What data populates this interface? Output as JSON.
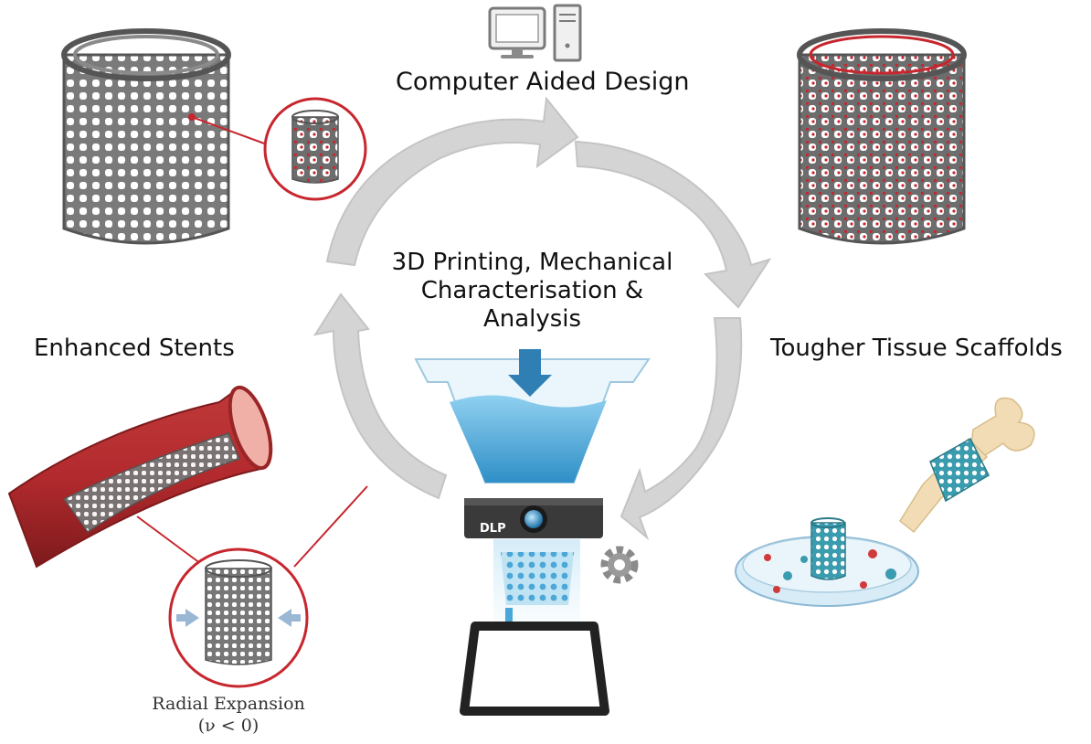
{
  "labels": {
    "cad": "Computer Aided Design",
    "center_line1": "3D Printing, Mechanical",
    "center_line2": "Characterisation &",
    "center_line3": "Analysis",
    "left": "Enhanced Stents",
    "right": "Tougher Tissue Scaffolds",
    "radial_line1": "Radial Expansion",
    "radial_line2": "(ν < 0)",
    "dlp": "DLP"
  },
  "colors": {
    "arrow": "#d4d4d4",
    "arrow_stroke": "#c2c2c2",
    "lattice": "#6c6c6c",
    "lattice_red": "#c7262e",
    "vessel": "#a52a2a",
    "resin": "#4aa7d8",
    "scaffold_teal": "#3a9cae",
    "bone": "#f1dcb5"
  },
  "icons": [
    "computer-icon",
    "gear-icon",
    "dlp-projector-icon",
    "petri-dish-icon",
    "bone-icon"
  ]
}
